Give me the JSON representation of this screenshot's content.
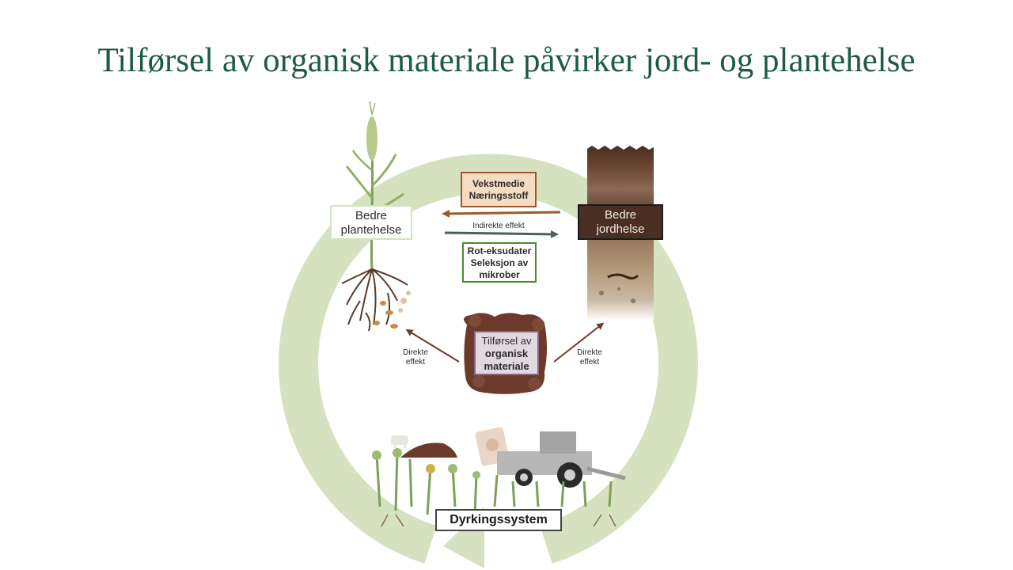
{
  "title": "Tilførsel av organisk materiale påvirker jord- og plantehelse",
  "diagram": {
    "plant_health": [
      "Bedre",
      "plantehelse"
    ],
    "soil_health": [
      "Bedre",
      "jordhelse"
    ],
    "soil_to_plant": [
      "Vekstmedie",
      "Næringsstoff"
    ],
    "plant_to_soil": [
      "Rot-eksudater",
      "Seleksjon av",
      "mikrober"
    ],
    "indirect_effect": "Indirekte effekt",
    "organic_matter": {
      "line1": "Tilførsel av",
      "line2": "organisk",
      "line3": "materiale"
    },
    "direct_effect_left": [
      "Direkte",
      "effekt"
    ],
    "direct_effect_right": [
      "Direkte",
      "effekt"
    ],
    "cropping_system": "Dyrkingssystem"
  },
  "colors": {
    "title": "#1e5a48",
    "cycle_arrow": "#d6e2bf",
    "soil_dark": "#4a2e22",
    "arrow_brown": "#9b5a2c",
    "arrow_slate": "#4d5f5c",
    "organic_brown": "#6b3a2a"
  },
  "icons": [
    "wheat-plant-icon",
    "root-system-icon",
    "soil-profile-icon",
    "organic-matter-icon",
    "cow-icon",
    "compost-pile-icon",
    "fertilizer-bag-icon",
    "tractor-icon",
    "crop-row-icon"
  ]
}
